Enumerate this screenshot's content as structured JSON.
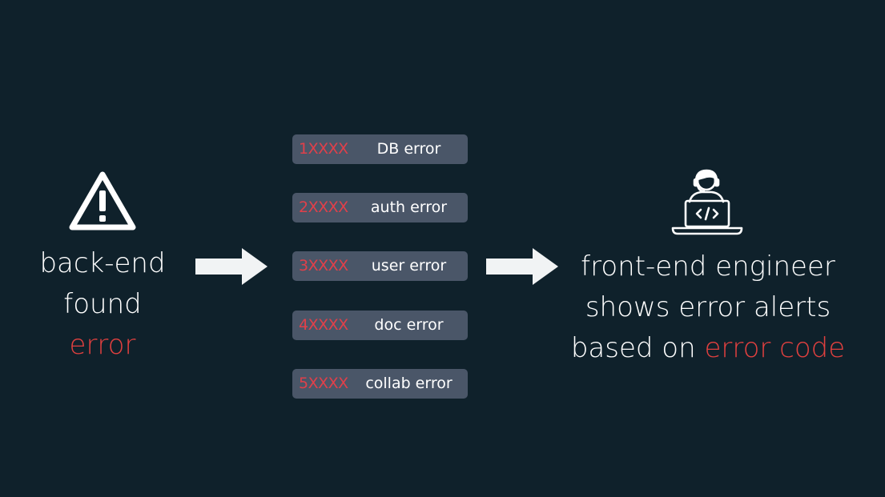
{
  "left": {
    "icon": "warning-icon",
    "line1": "back-end",
    "line2": "found",
    "line3_red": "error"
  },
  "codes": [
    {
      "code": "1XXXX",
      "label": "DB error"
    },
    {
      "code": "2XXXX",
      "label": "auth error"
    },
    {
      "code": "3XXXX",
      "label": "user error"
    },
    {
      "code": "4XXXX",
      "label": "doc error"
    },
    {
      "code": "5XXXX",
      "label": "collab error"
    }
  ],
  "right": {
    "icon": "engineer-laptop-icon",
    "line1": "front-end engineer",
    "line2": "shows error alerts",
    "line3_prefix": "based on ",
    "line3_red": "error code"
  },
  "colors": {
    "background": "#0f212b",
    "accent_red": "#e0403f",
    "code_box": "#4a5668",
    "arrow": "#f1f3f4"
  }
}
